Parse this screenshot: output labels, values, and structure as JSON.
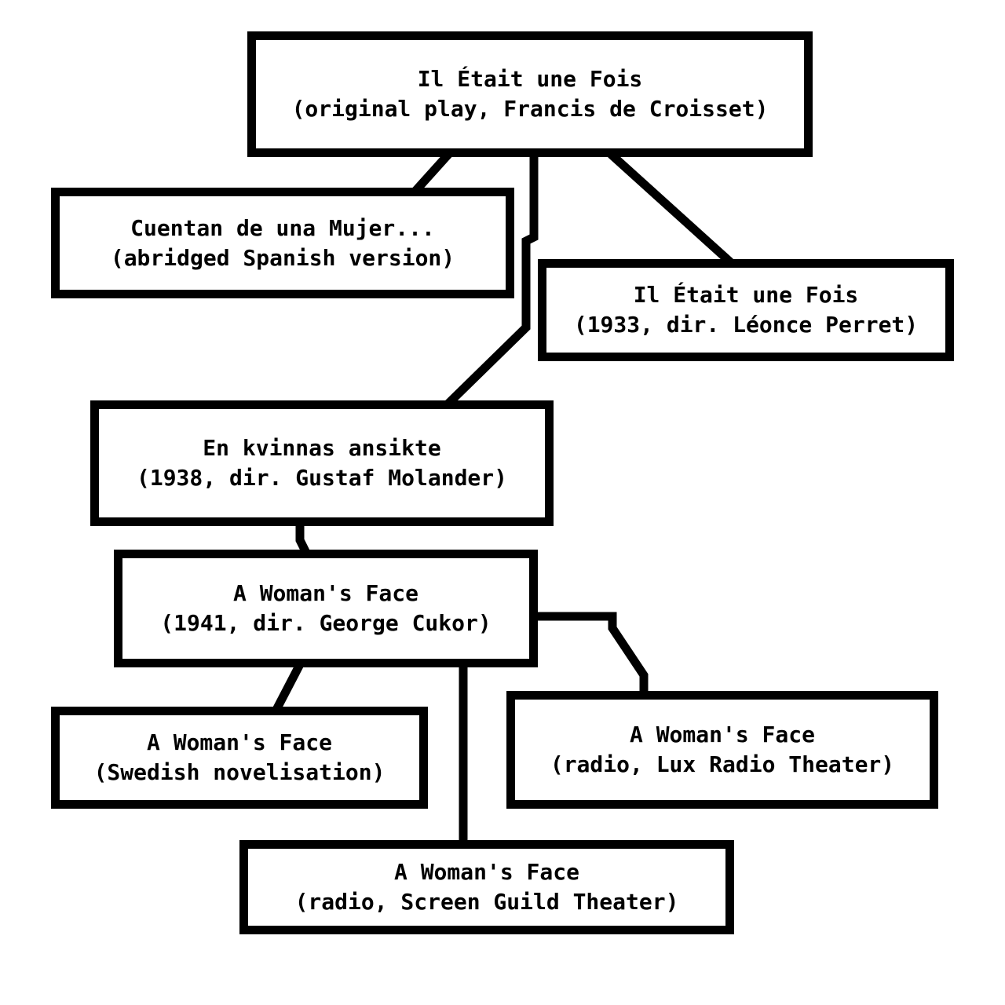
{
  "nodes": {
    "origin": {
      "title": "Il Était une Fois",
      "subtitle": "(original play, Francis de Croisset)"
    },
    "spanish": {
      "title": "Cuentan de una Mujer...",
      "subtitle": "(abridged Spanish version)"
    },
    "film1933": {
      "title": "Il Était une Fois",
      "subtitle": "(1933, dir. Léonce Perret)"
    },
    "film1938": {
      "title": "En kvinnas ansikte",
      "subtitle": "(1938, dir. Gustaf Molander)"
    },
    "film1941": {
      "title": "A Woman's Face",
      "subtitle": "(1941, dir. George Cukor)"
    },
    "novel": {
      "title": "A Woman's Face",
      "subtitle": "(Swedish novelisation)"
    },
    "lux": {
      "title": "A Woman's Face",
      "subtitle": "(radio, Lux Radio Theater)"
    },
    "guild": {
      "title": "A Woman's Face",
      "subtitle": "(radio, Screen Guild Theater)"
    }
  },
  "colors": {
    "stroke": "#000000",
    "background": "#ffffff"
  }
}
